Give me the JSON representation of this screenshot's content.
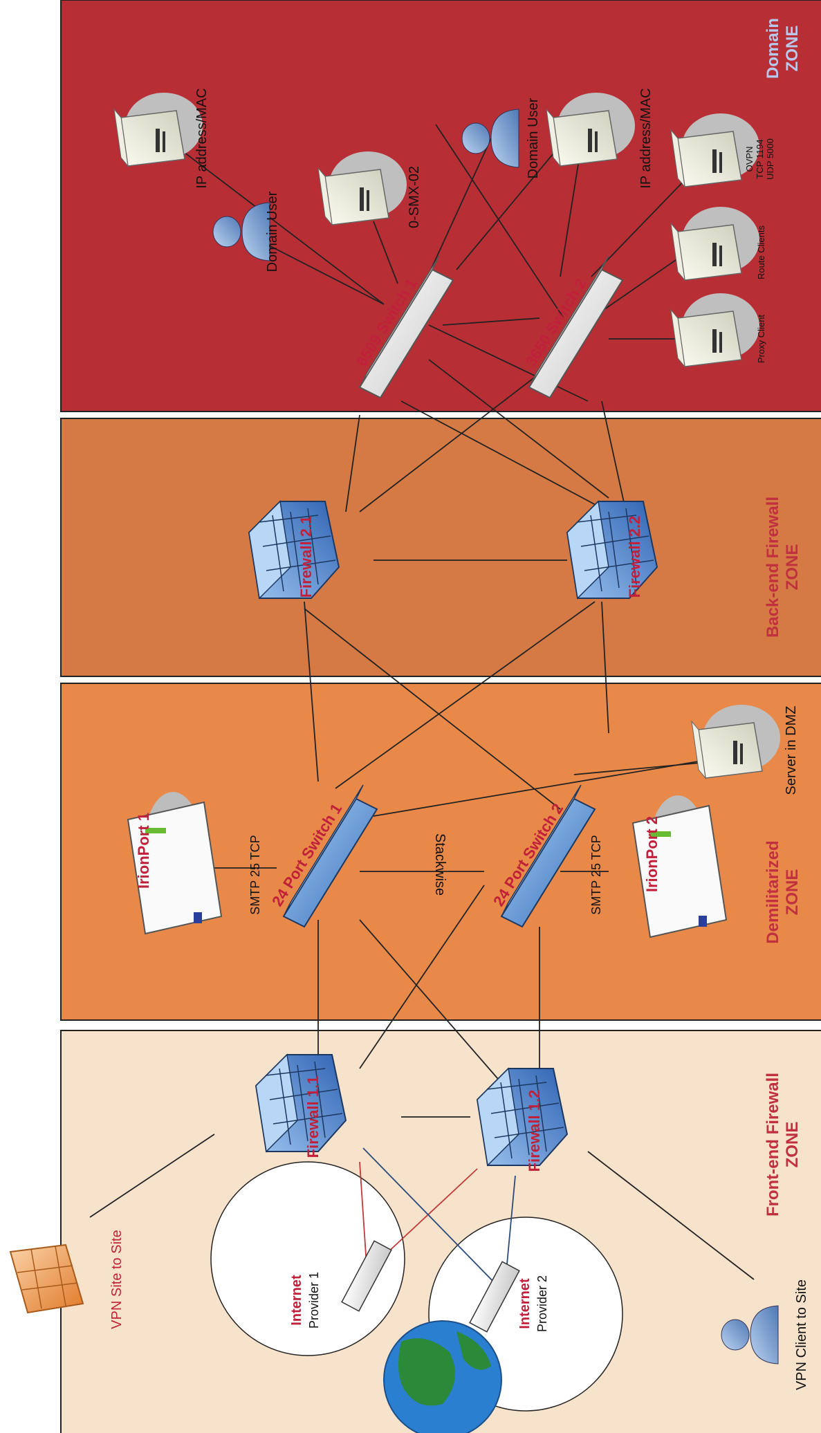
{
  "zones": {
    "front": {
      "title": "Front-end Firewall",
      "subtitle": "ZONE",
      "fill": "#f7e2cc"
    },
    "dmz": {
      "title": "Demilitarized",
      "subtitle": "ZONE",
      "fill": "#e8894a"
    },
    "backend": {
      "title": "Back-end Firewall",
      "subtitle": "ZONE",
      "fill": "#d57a45"
    },
    "domain": {
      "title": "Domain",
      "subtitle": "ZONE",
      "fill": "#b82e35"
    }
  },
  "devices": {
    "fw11": "Firewall 1.1",
    "fw12": "Firewall 1.2",
    "fw21": "Firewall 2.1",
    "fw22": "Firewall 2.2",
    "sw1": "24 Port Switch 1",
    "sw2": "24 Port Switch 2",
    "ironport1": "IrionPort 1",
    "ironport2": "IrionPort 2",
    "core1": "6509 Switch 1",
    "core2": "3650 Switch 2"
  },
  "labels": {
    "smtp1": "SMTP 25 TCP",
    "smtp2": "SMTP 25 TCP",
    "stackwise": "Stackwise",
    "server_dmz": "Server in DMZ",
    "ip_mac_1": "IP address/MAC",
    "ip_mac_2": "IP address/MAC",
    "domain_user_1": "Domain User",
    "domain_user_2": "Domain User",
    "smx": "0-SMX-02",
    "ovpn_1": "OVPN",
    "ovpn_2": "TCP 1194",
    "ovpn_3": "UDP 5000",
    "route_clients": "Route Clients",
    "proxy_client": "Proxy Client",
    "vpn_site": "VPN Site to Site",
    "vpn_client": "VPN Client to Site",
    "internet1": "Internet",
    "provider1": "Provider 1",
    "internet2": "Internet",
    "provider2": "Provider 2"
  },
  "colors": {
    "firewall": "#5b8fd0",
    "link": "#222222",
    "red_link": "#c23a3a",
    "blue_link": "#2a4a7a",
    "label_red": "#c0203a",
    "zone_text_light": "#d04a5a",
    "zone_text_domain": "#b9c8ea"
  }
}
